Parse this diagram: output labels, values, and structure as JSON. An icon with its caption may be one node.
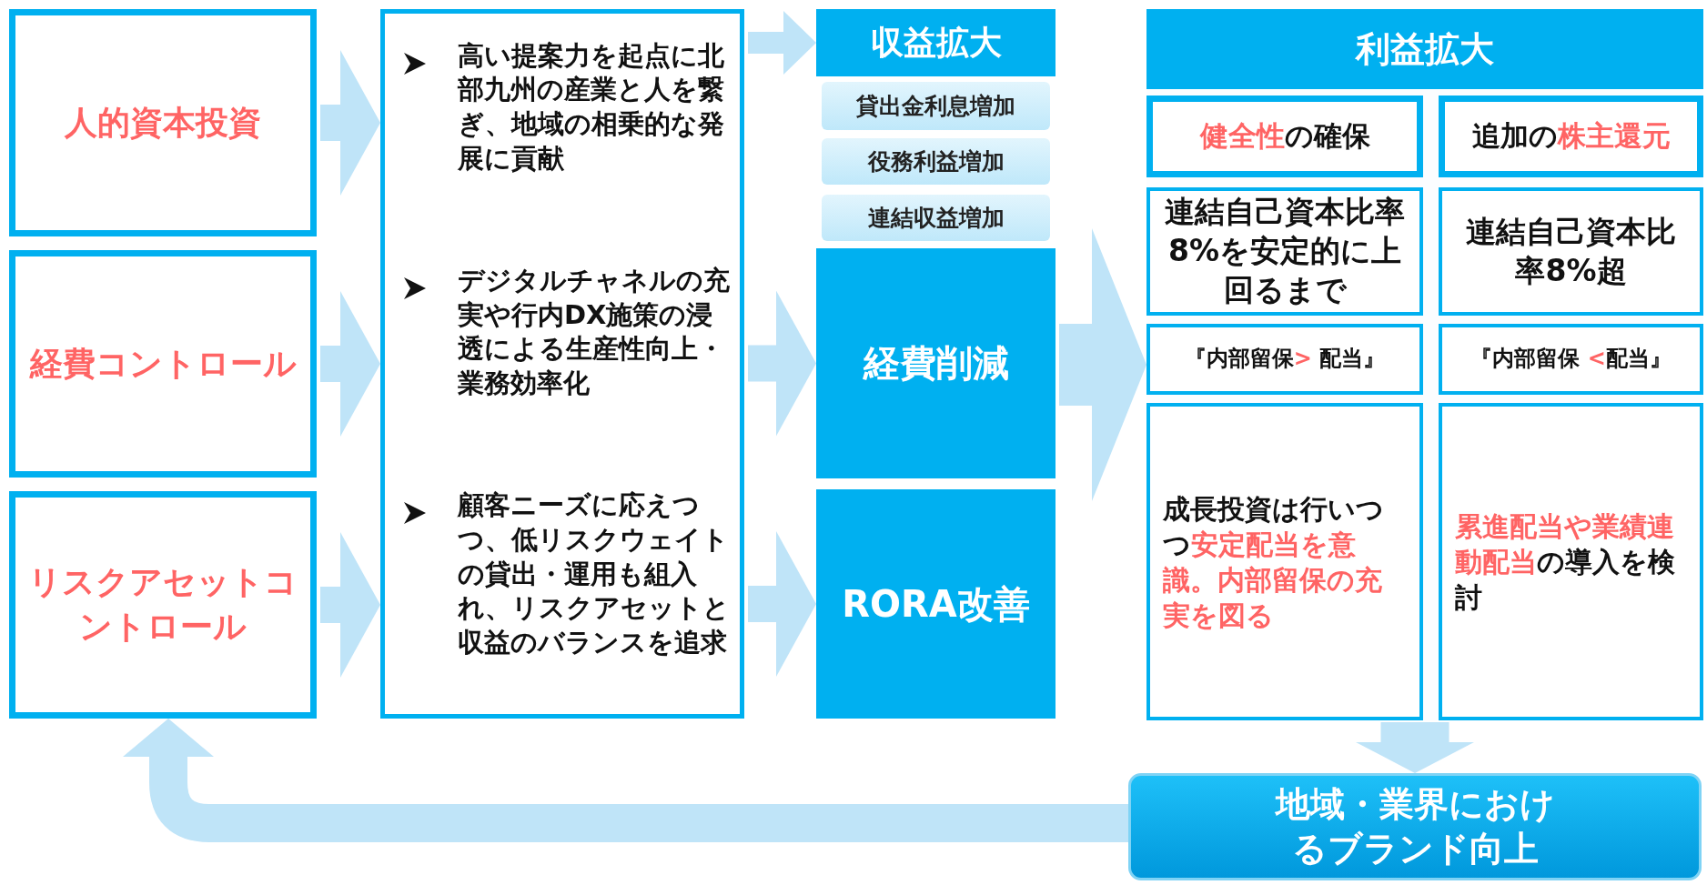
{
  "diagram": {
    "nodes": [
      {
        "text": [
          "人的資本投資"
        ]
      },
      {
        "text": [
          "経費コントロール"
        ]
      },
      {
        "text": [
          "リスクアセットコントロール"
        ]
      },
      {
        "text": [
          "高い提案力を起点に北部九州の産業と人を繋ぎ、地域の相乗的な発展に貢献",
          "デジタルチャネルの充実や行内DX施策の浸透による生産性向上・業務効率化",
          "顧客ニーズに応えつつ、低リスクウェイトの貸出・運用も組入れ、リスクアセットと収益のバランスを追求"
        ]
      },
      {
        "text": [
          "収益拡大"
        ]
      },
      {
        "text": [
          "貸出金利息増加"
        ]
      },
      {
        "text": [
          "役務利益増加"
        ]
      },
      {
        "text": [
          "連結収益増加"
        ]
      },
      {
        "text": [
          "経費削減"
        ]
      },
      {
        "text": [
          "RORA改善"
        ]
      },
      {
        "text": [
          "利益拡大"
        ]
      },
      {
        "text": [
          "**健全性**の確保"
        ],
        "in": 10
      },
      {
        "text": [
          "追加の**株主還元**"
        ],
        "in": 10
      },
      {
        "text": [
          "連結自己資本比率8%を安定的に上回るまで"
        ],
        "in": 10
      },
      {
        "text": [
          "連結自己資本比率8%超"
        ],
        "in": 10
      },
      {
        "text": [
          "『内部留保**>** 配当』"
        ],
        "in": 10
      },
      {
        "text": [
          "『内部留保 **<**配当』"
        ],
        "in": 10
      },
      {
        "text": [
          "成長投資は行いつつ**安定配当を意識。内部留保の充実を図る**"
        ],
        "in": 10
      },
      {
        "text": [
          "**累進配当や業績連動配当**の導入を検討"
        ],
        "in": 10
      },
      {
        "text": [
          "地域・業界におけるブランド向上"
        ]
      }
    ],
    "edges": [
      {
        "from": 0,
        "to": 3,
        "arrow": "to"
      },
      {
        "from": 1,
        "to": 3,
        "arrow": "to"
      },
      {
        "from": 2,
        "to": 3,
        "arrow": "to"
      },
      {
        "from": 3,
        "to": 4,
        "arrow": "to"
      },
      {
        "from": 3,
        "to": 8,
        "arrow": "to"
      },
      {
        "from": 3,
        "to": 9,
        "arrow": "to"
      },
      {
        "from": 8,
        "to": 10,
        "arrow": "to",
        "style": "thick"
      },
      {
        "from": 10,
        "to": 19,
        "arrow": "to",
        "style": "thick"
      },
      {
        "from": 19,
        "to": 2,
        "arrow": "to"
      }
    ]
  }
}
